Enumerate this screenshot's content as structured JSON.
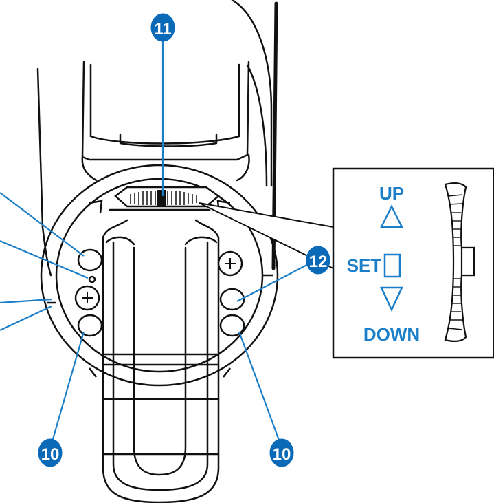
{
  "colors": {
    "line": "#111111",
    "accent": "#1a7fc8",
    "callout_fill": "#0a6ab7",
    "background": "#ffffff"
  },
  "callouts": {
    "top": "11",
    "right_upper": "12",
    "bottom_left": "10",
    "bottom_right": "10"
  },
  "inset": {
    "up_label": "UP",
    "set_label": "SET",
    "down_label": "DOWN"
  },
  "icons": {
    "up": "triangle-up-outline",
    "set": "square-outline",
    "down": "triangle-down-outline",
    "screw": "screw-head"
  }
}
